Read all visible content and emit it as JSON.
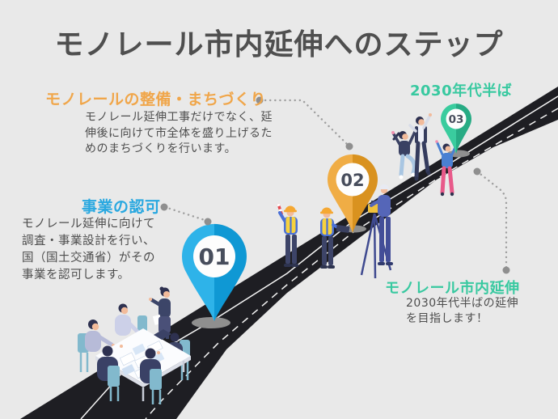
{
  "title": "モノレール市内延伸へのステップ",
  "colors": {
    "background": "#e9e9e9",
    "road": "#1e1e23",
    "accent_blue": "#29a8e0",
    "accent_orange": "#f0a64a",
    "accent_teal": "#38c9a0",
    "body_text": "#4d4d4d",
    "pin01_blue": "#1a9fd8",
    "pin02_orange": "#e8a23b",
    "pin03_teal": "#31c092"
  },
  "steps": {
    "approval": {
      "pin_number": "01",
      "heading": "事業の認可",
      "body": "モノレール延伸に向けて\n調査・事業設計を行い、\n国（国土交通省）がその\n事業を認可します。"
    },
    "development": {
      "pin_number": "02",
      "heading": "モノレールの整備・まちづくり",
      "body": "モノレール延伸工事だけでなく、延\n伸後に向けて市全体を盛り上げるた\nめのまちづくりを行います。"
    },
    "mid2030s": {
      "pin_number": "03",
      "heading": "2030年代半ば"
    },
    "extension": {
      "heading": "モノレール市内延伸",
      "body": "2030年代半ばの延伸\nを目指します！"
    }
  }
}
